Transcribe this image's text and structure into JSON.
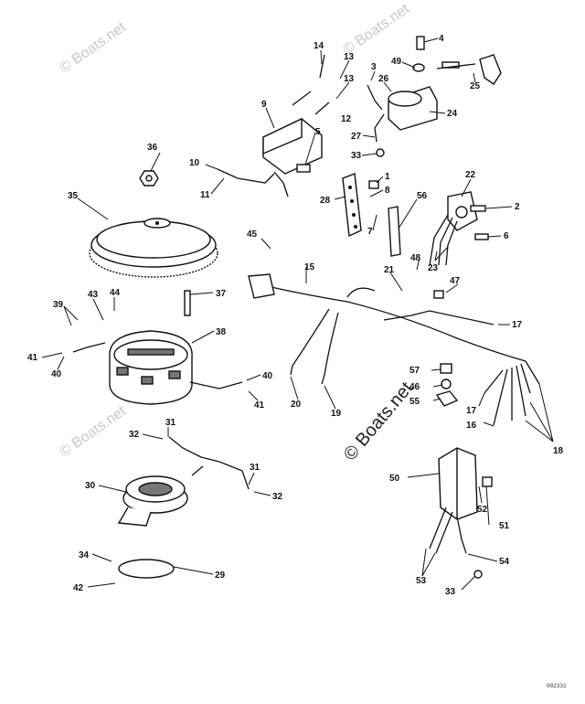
{
  "watermark": {
    "text": "© Boats.net",
    "center_text": "© Boats.net"
  },
  "drawing_code": "002331",
  "callouts": {
    "c1": "1",
    "c2": "2",
    "c3": "3",
    "c4": "4",
    "c5": "5",
    "c6": "6",
    "c7": "7",
    "c8": "8",
    "c9": "9",
    "c10": "10",
    "c11": "11",
    "c12": "12",
    "c13a": "13",
    "c13b": "13",
    "c14": "14",
    "c15": "15",
    "c16": "16",
    "c17a": "17",
    "c17b": "17",
    "c18": "18",
    "c19": "19",
    "c20": "20",
    "c21": "21",
    "c22": "22",
    "c23": "23",
    "c24": "24",
    "c25": "25",
    "c26": "26",
    "c27": "27",
    "c28": "28",
    "c29": "29",
    "c30": "30",
    "c31a": "31",
    "c31b": "31",
    "c32a": "32",
    "c32b": "32",
    "c33a": "33",
    "c33b": "33",
    "c34": "34",
    "c35": "35",
    "c36": "36",
    "c37": "37",
    "c38": "38",
    "c39": "39",
    "c40a": "40",
    "c40b": "40",
    "c41a": "41",
    "c41b": "41",
    "c42": "42",
    "c43": "43",
    "c44": "44",
    "c45": "45",
    "c46": "46",
    "c47": "47",
    "c48": "48",
    "c49": "49",
    "c50": "50",
    "c51": "51",
    "c52": "52",
    "c53": "53",
    "c54": "54",
    "c55": "55",
    "c56": "56",
    "c57": "57"
  }
}
